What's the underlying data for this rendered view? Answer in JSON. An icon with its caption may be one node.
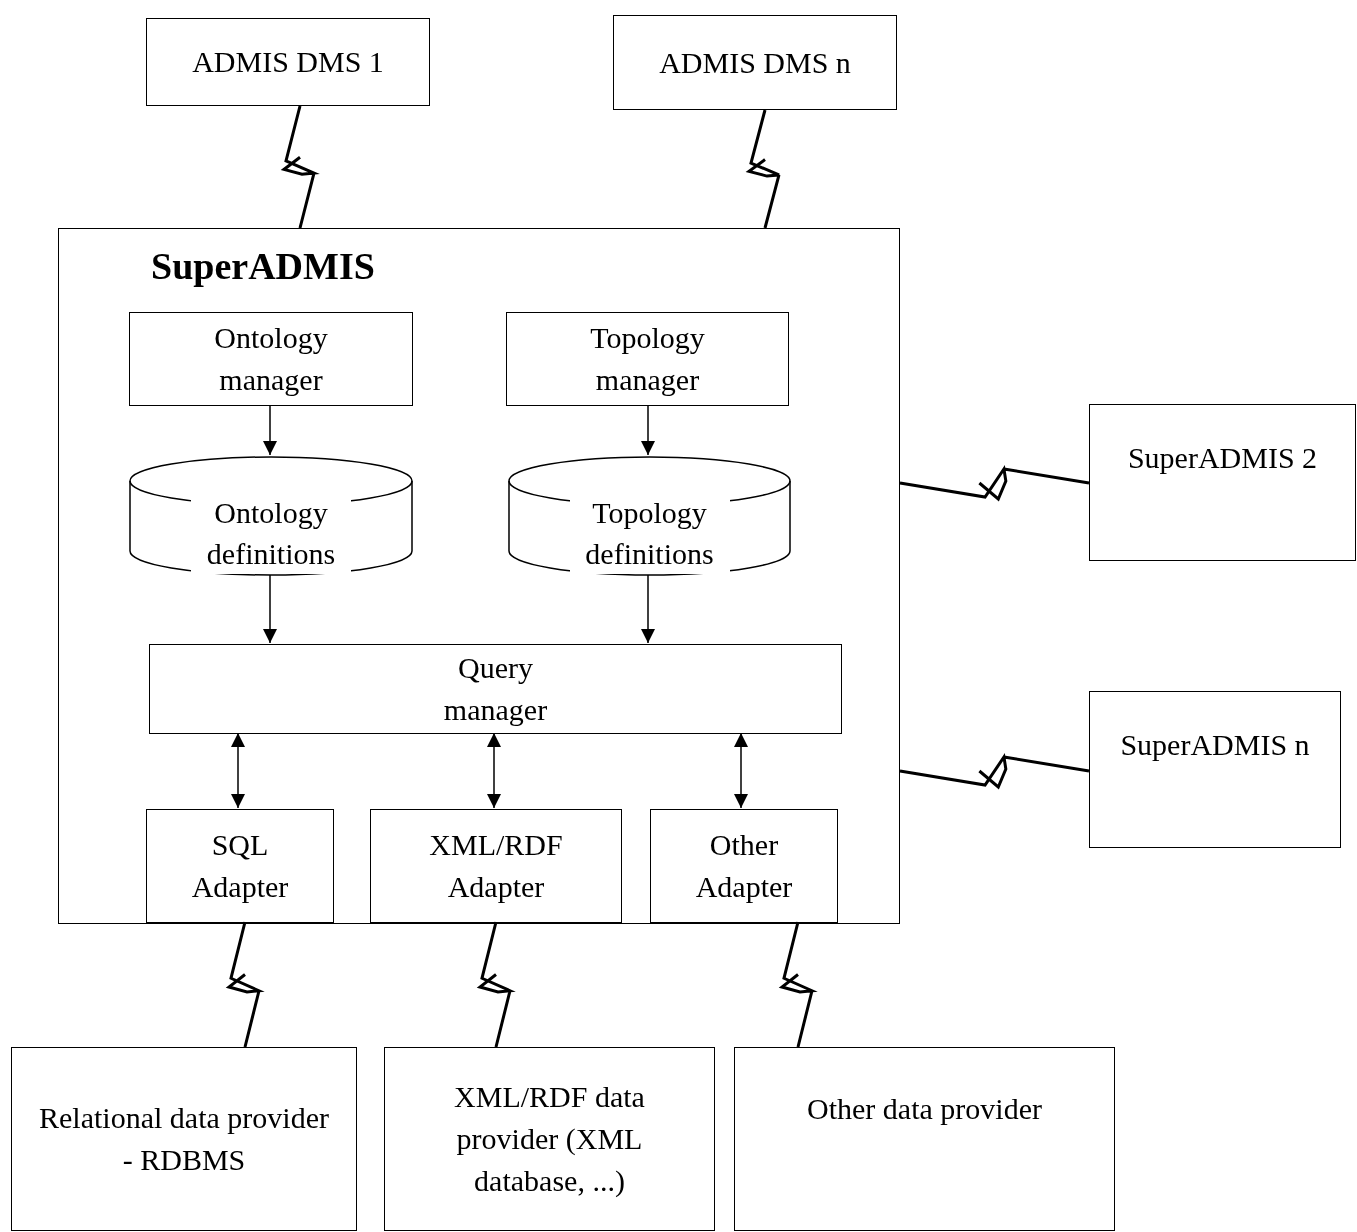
{
  "diagram": {
    "nodes": [
      {
        "text": [
          "ADMIS DMS 1"
        ]
      },
      {
        "text": [
          "ADMIS DMS n"
        ]
      },
      {
        "text": [
          "SuperADMIS"
        ]
      },
      {
        "text": [
          "Ontology manager"
        ],
        "in": 2
      },
      {
        "text": [
          "Topology manager"
        ],
        "in": 2
      },
      {
        "text": [
          "Ontology definitions"
        ],
        "in": 2
      },
      {
        "text": [
          "Topology definitions"
        ],
        "in": 2
      },
      {
        "text": [
          "Query manager"
        ],
        "in": 2
      },
      {
        "text": [
          "SQL Adapter"
        ],
        "in": 2
      },
      {
        "text": [
          "XML/RDF Adapter"
        ],
        "in": 2
      },
      {
        "text": [
          "Other Adapter"
        ],
        "in": 2
      },
      {
        "text": [
          "SuperADMIS 2"
        ]
      },
      {
        "text": [
          "SuperADMIS n"
        ]
      },
      {
        "text": [
          "Relational data provider - RDBMS"
        ]
      },
      {
        "text": [
          "XML/RDF data provider (XML database, ...)"
        ]
      },
      {
        "text": [
          "Other data provider"
        ]
      }
    ],
    "edges": [
      {
        "from": 0,
        "to": 2,
        "arrow": "none"
      },
      {
        "from": 1,
        "to": 2,
        "arrow": "none"
      },
      {
        "from": 3,
        "to": 5,
        "arrow": "to"
      },
      {
        "from": 4,
        "to": 6,
        "arrow": "to"
      },
      {
        "from": 5,
        "to": 7,
        "arrow": "to"
      },
      {
        "from": 6,
        "to": 7,
        "arrow": "to"
      },
      {
        "from": 7,
        "to": 8,
        "arrow": "both"
      },
      {
        "from": 7,
        "to": 9,
        "arrow": "both"
      },
      {
        "from": 7,
        "to": 10,
        "arrow": "both"
      },
      {
        "from": 2,
        "to": 11,
        "arrow": "none"
      },
      {
        "from": 2,
        "to": 12,
        "arrow": "none"
      },
      {
        "from": 8,
        "to": 13,
        "arrow": "none"
      },
      {
        "from": 9,
        "to": 14,
        "arrow": "none"
      },
      {
        "from": 10,
        "to": 15,
        "arrow": "none"
      }
    ]
  }
}
